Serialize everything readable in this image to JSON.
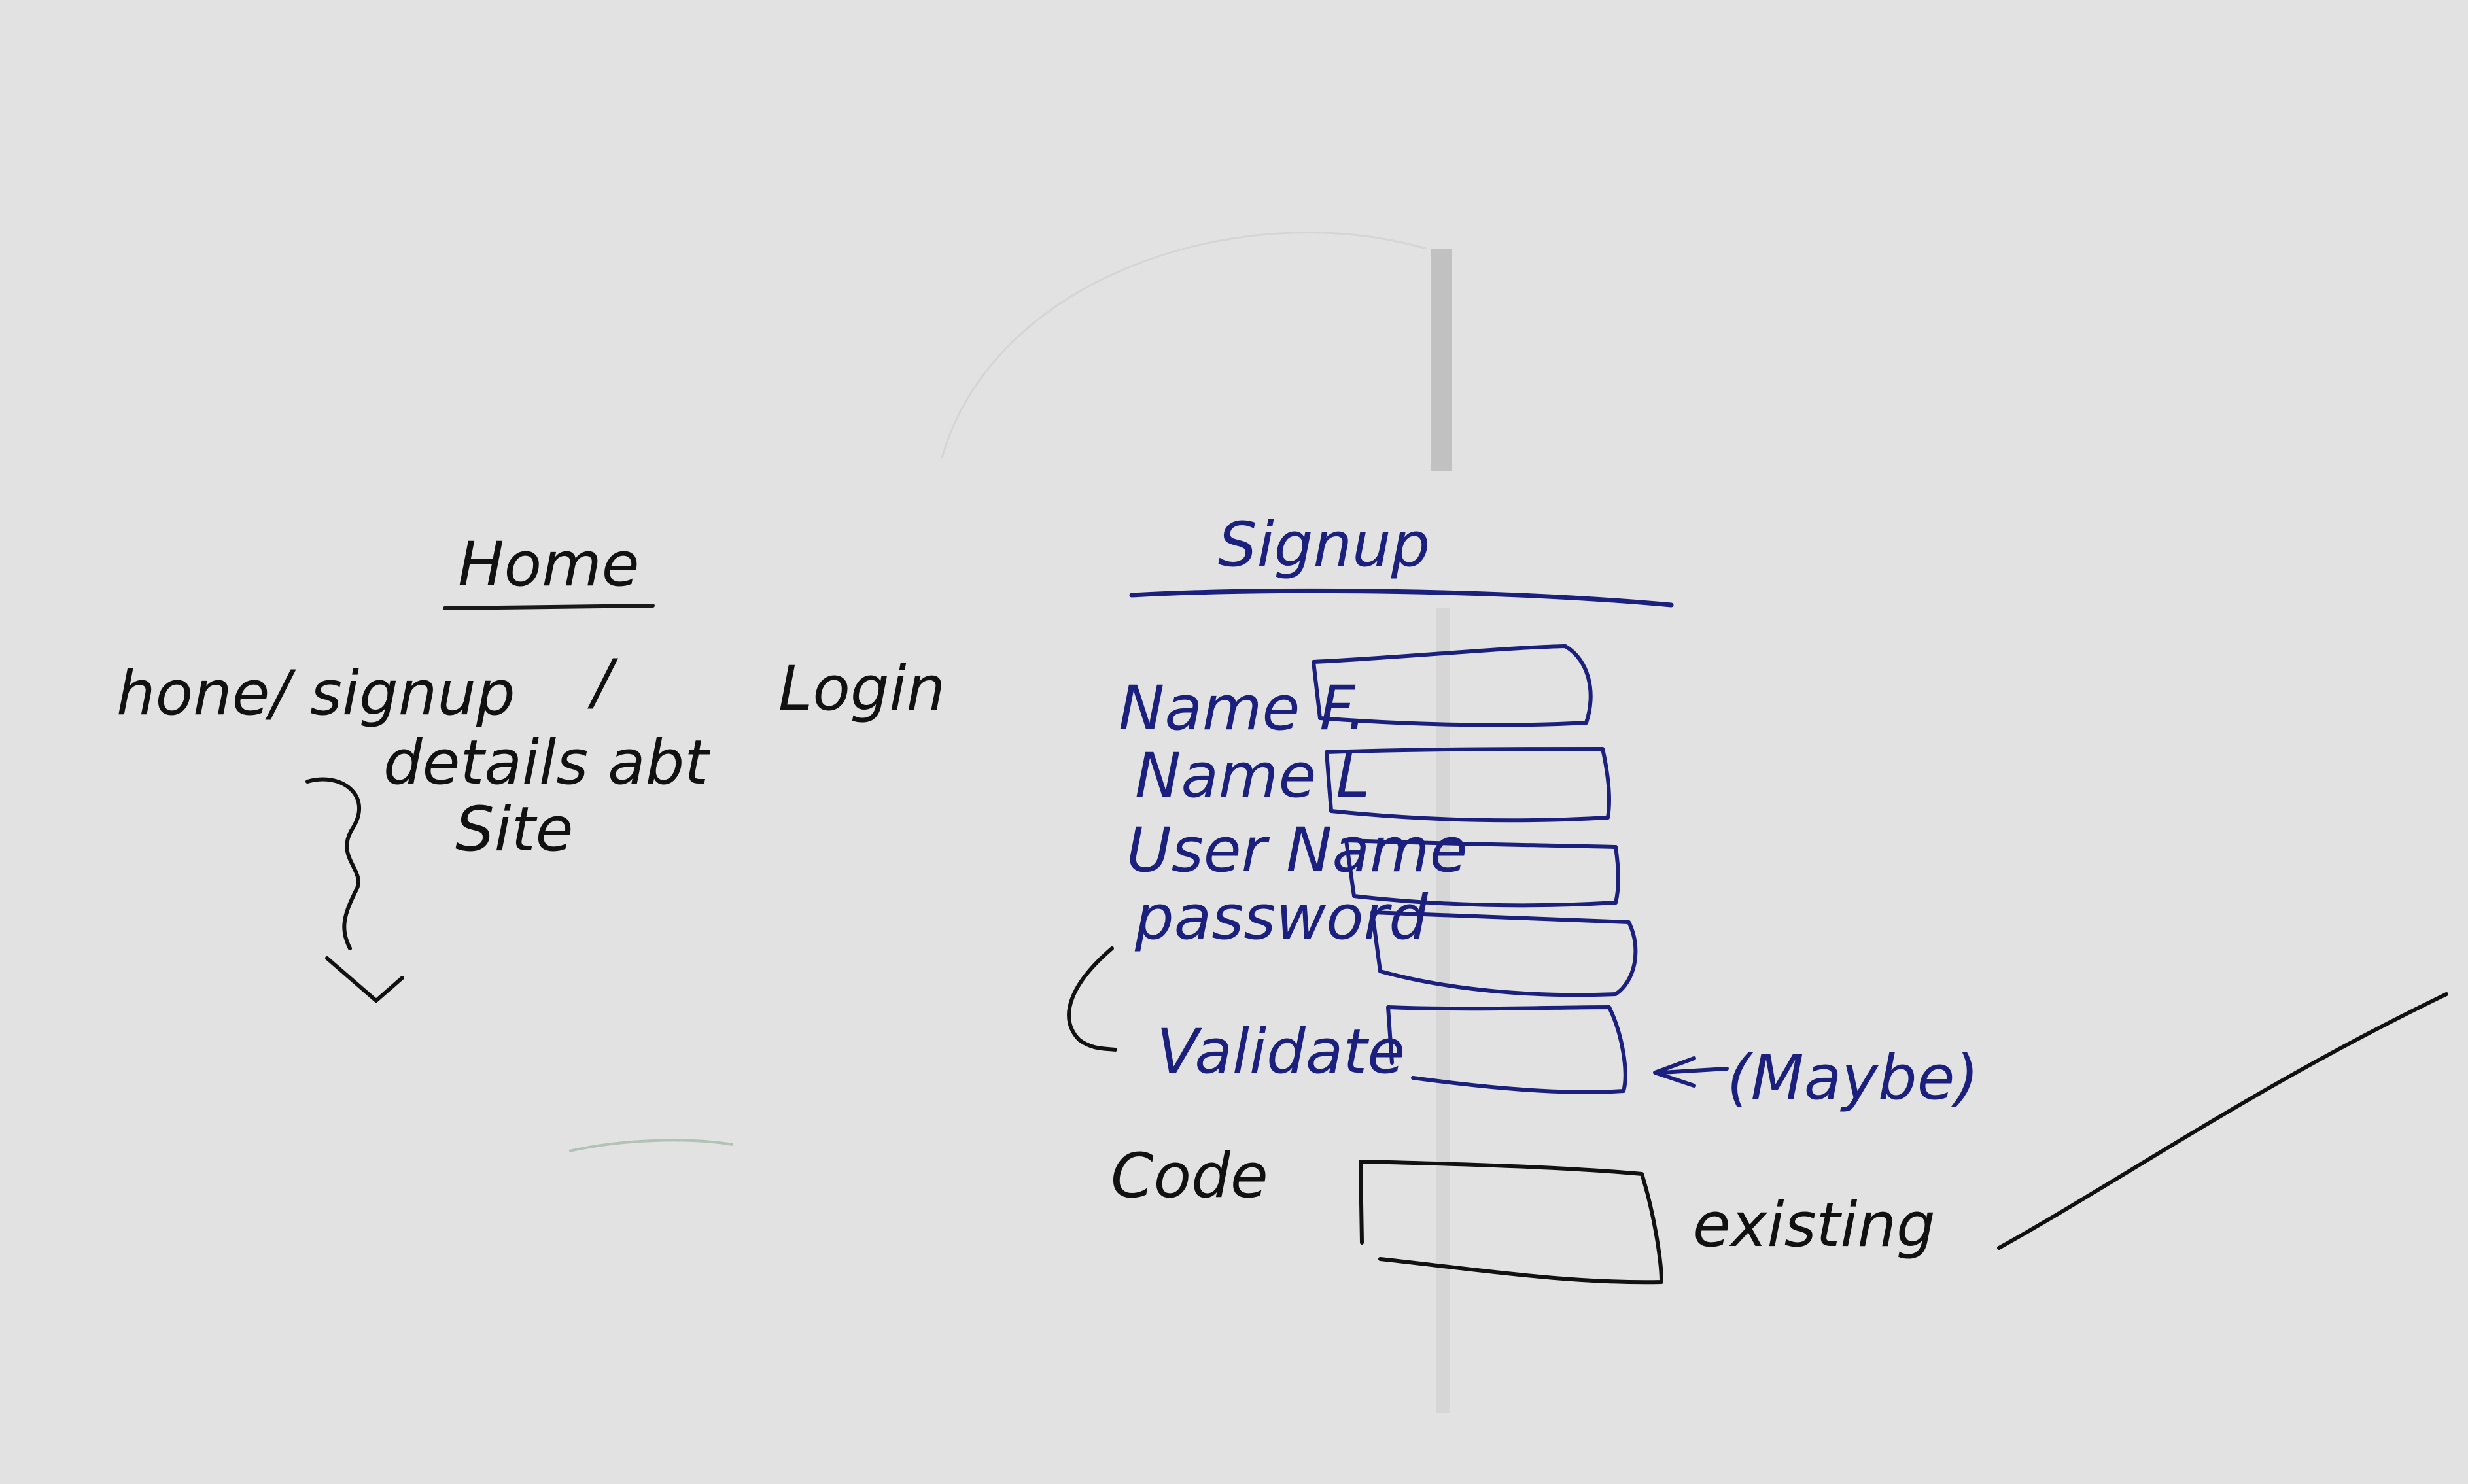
{
  "colors": {
    "board": "#e1e2e1",
    "black_marker": "#111111",
    "blue_marker": "#1b1f7e"
  },
  "home": {
    "title": "Home",
    "nav_left": "hone/ signup",
    "nav_sep": "/",
    "nav_right": "Login",
    "details_line1": "details abt",
    "details_line2": "Site"
  },
  "signup": {
    "title": "Signup",
    "fields": [
      {
        "label": "Name F."
      },
      {
        "label": "Name L"
      },
      {
        "label": "User Name"
      },
      {
        "label": "password"
      },
      {
        "label": "Validate"
      }
    ],
    "maybe_note": "(Maybe)",
    "code_label": "Code",
    "existing_note": "existing"
  }
}
